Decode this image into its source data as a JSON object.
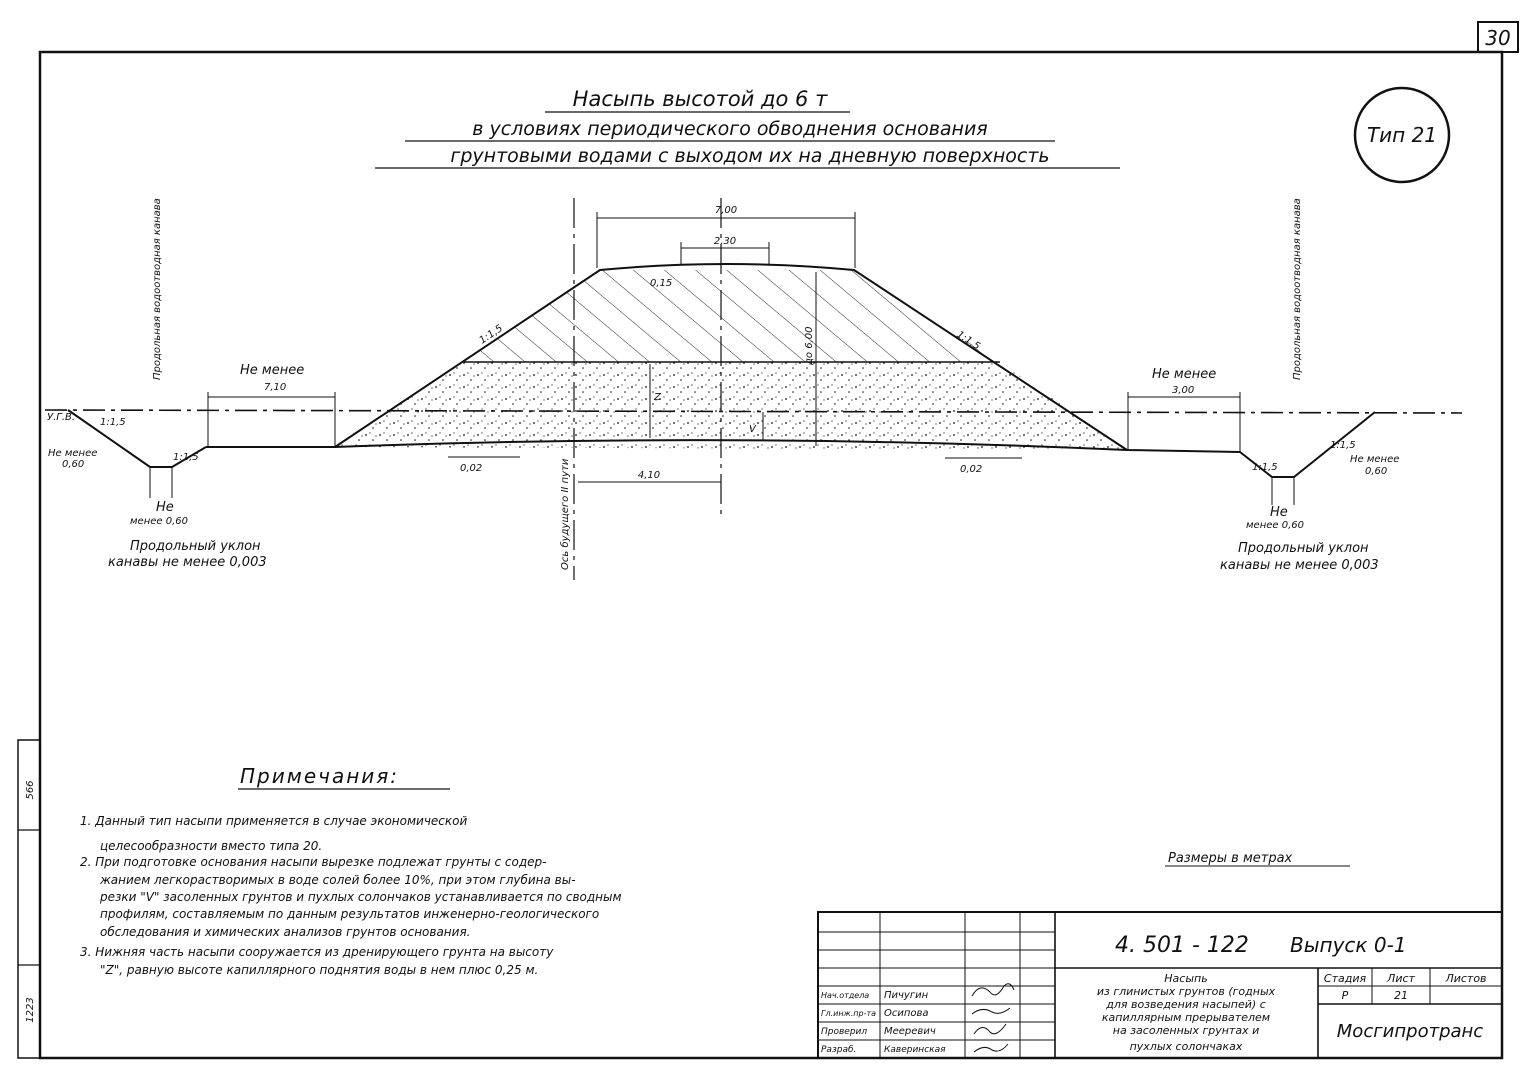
{
  "sheet": {
    "number": "30",
    "type_label": "Тип 21",
    "units_note": "Размеры в метрах"
  },
  "title": {
    "line1": "Насыпь высотой до 6 т",
    "line2": "в условиях периодического обводнения основания",
    "line3": "грунтовыми водами с выходом их на дневную поверхность"
  },
  "dims": {
    "top_width": "7,00",
    "inner_width": "2,30",
    "crown": "0,15",
    "height": "до 6,00",
    "z": "Z",
    "v": "V",
    "offset": "4,10",
    "slope_up_left": "1:1,5",
    "slope_up_right": "1:1,5",
    "cross_left": "0,02",
    "cross_right": "0,02",
    "gw_mark": "У.Г.В."
  },
  "left_side": {
    "ditch_label": "Продольная водоотводная канава",
    "berm_label": "Не менее",
    "berm_value": "7,10",
    "slope_outer": "1:1,5",
    "slope_inner": "1:1,5",
    "depth_label": "Не менее",
    "depth_value": "0,60",
    "bottom_label": "Не",
    "bottom_value": "менее 0,60",
    "grade_line1": "Продольный уклон",
    "grade_line2": "канавы не менее 0,003"
  },
  "right_side": {
    "ditch_label": "Продольная водоотводная канава",
    "berm_label": "Не менее",
    "berm_value": "3,00",
    "slope_outer": "1:1,5",
    "slope_inner": "1:1,5",
    "depth_label": "Не менее",
    "depth_value": "0,60",
    "bottom_label": "Не",
    "bottom_value": "менее 0,60",
    "grade_line1": "Продольный уклон",
    "grade_line2": "канавы не менее 0,003"
  },
  "axis_label": "Ось будущего II пути",
  "notes": {
    "title": "Примечания:",
    "lines": [
      "1. Данный тип насыпи применяется в случае экономической",
      "целесообразности вместо типа 20.",
      "2. При подготовке основания насыпи вырезке подлежат грунты с содер-",
      "жанием легкорастворимых в воде солей более 10%, при этом глубина вы-",
      "резки \"V\" засоленных грунтов и пухлых солончаков устанавливается по сводным",
      "профилям, составляемым по данным результатов инженерно-геологического",
      "обследования и химических анализов грунтов основания.",
      "3. Нижняя часть насыпи сооружается из дренирующего грунта на высоту",
      "\"Z\", равную высоте капиллярного поднятия воды в нем плюс 0,25 м."
    ]
  },
  "side_stamp": {
    "top": "566",
    "bottom": "1223"
  },
  "title_block": {
    "code": "4. 501 - 122",
    "issue": "Выпуск 0-1",
    "desc": [
      "Насыпь",
      "из глинистых грунтов (годных",
      "для возведения насыпей) с",
      "капиллярным прерывателем",
      "на засоленных грунтах и",
      "пухлых солончаках"
    ],
    "stage_h": "Стадия",
    "sheet_h": "Лист",
    "sheets_h": "Листов",
    "stage": "Р",
    "sheet": "21",
    "sheets": "",
    "org": "Мосгипротранс",
    "roles": [
      "Нач.отдела",
      "Гл.инж.пр-та",
      "Проверил",
      "Разраб."
    ],
    "names": [
      "Пичугин",
      "Осипова",
      "Мееревич",
      "Каверинская"
    ]
  }
}
